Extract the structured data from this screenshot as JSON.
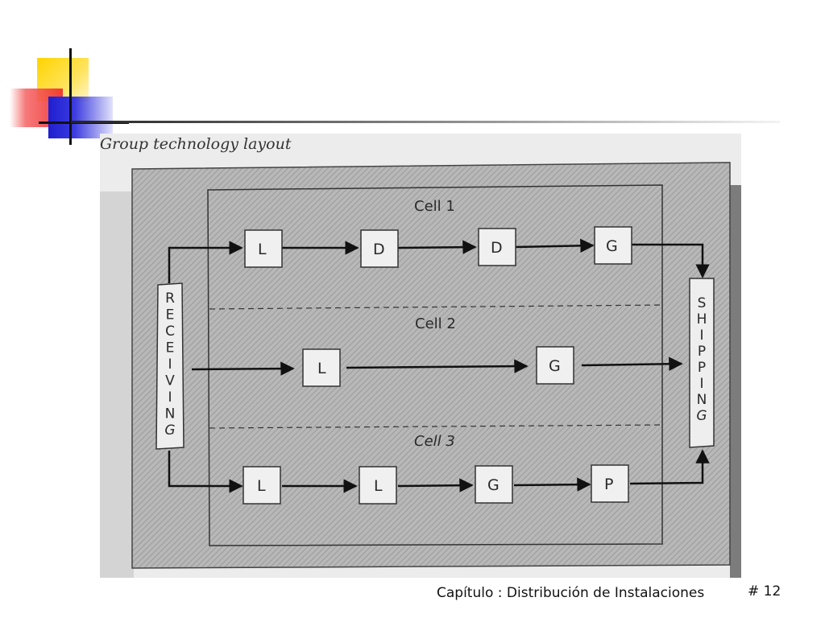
{
  "figure": {
    "title": "Group technology layout",
    "receiving": "RECEIVING",
    "shipping": "SHIPPING",
    "cells": [
      {
        "label": "Cell 1",
        "stations": [
          "L",
          "D",
          "D",
          "G"
        ]
      },
      {
        "label": "Cell 2",
        "stations": [
          "L",
          "G"
        ]
      },
      {
        "label": "Cell 3",
        "stations": [
          "L",
          "L",
          "G",
          "P"
        ]
      }
    ]
  },
  "footer": {
    "chapter": "Capítulo : Distribución de Instalaciones",
    "slide_number": "# 12"
  }
}
